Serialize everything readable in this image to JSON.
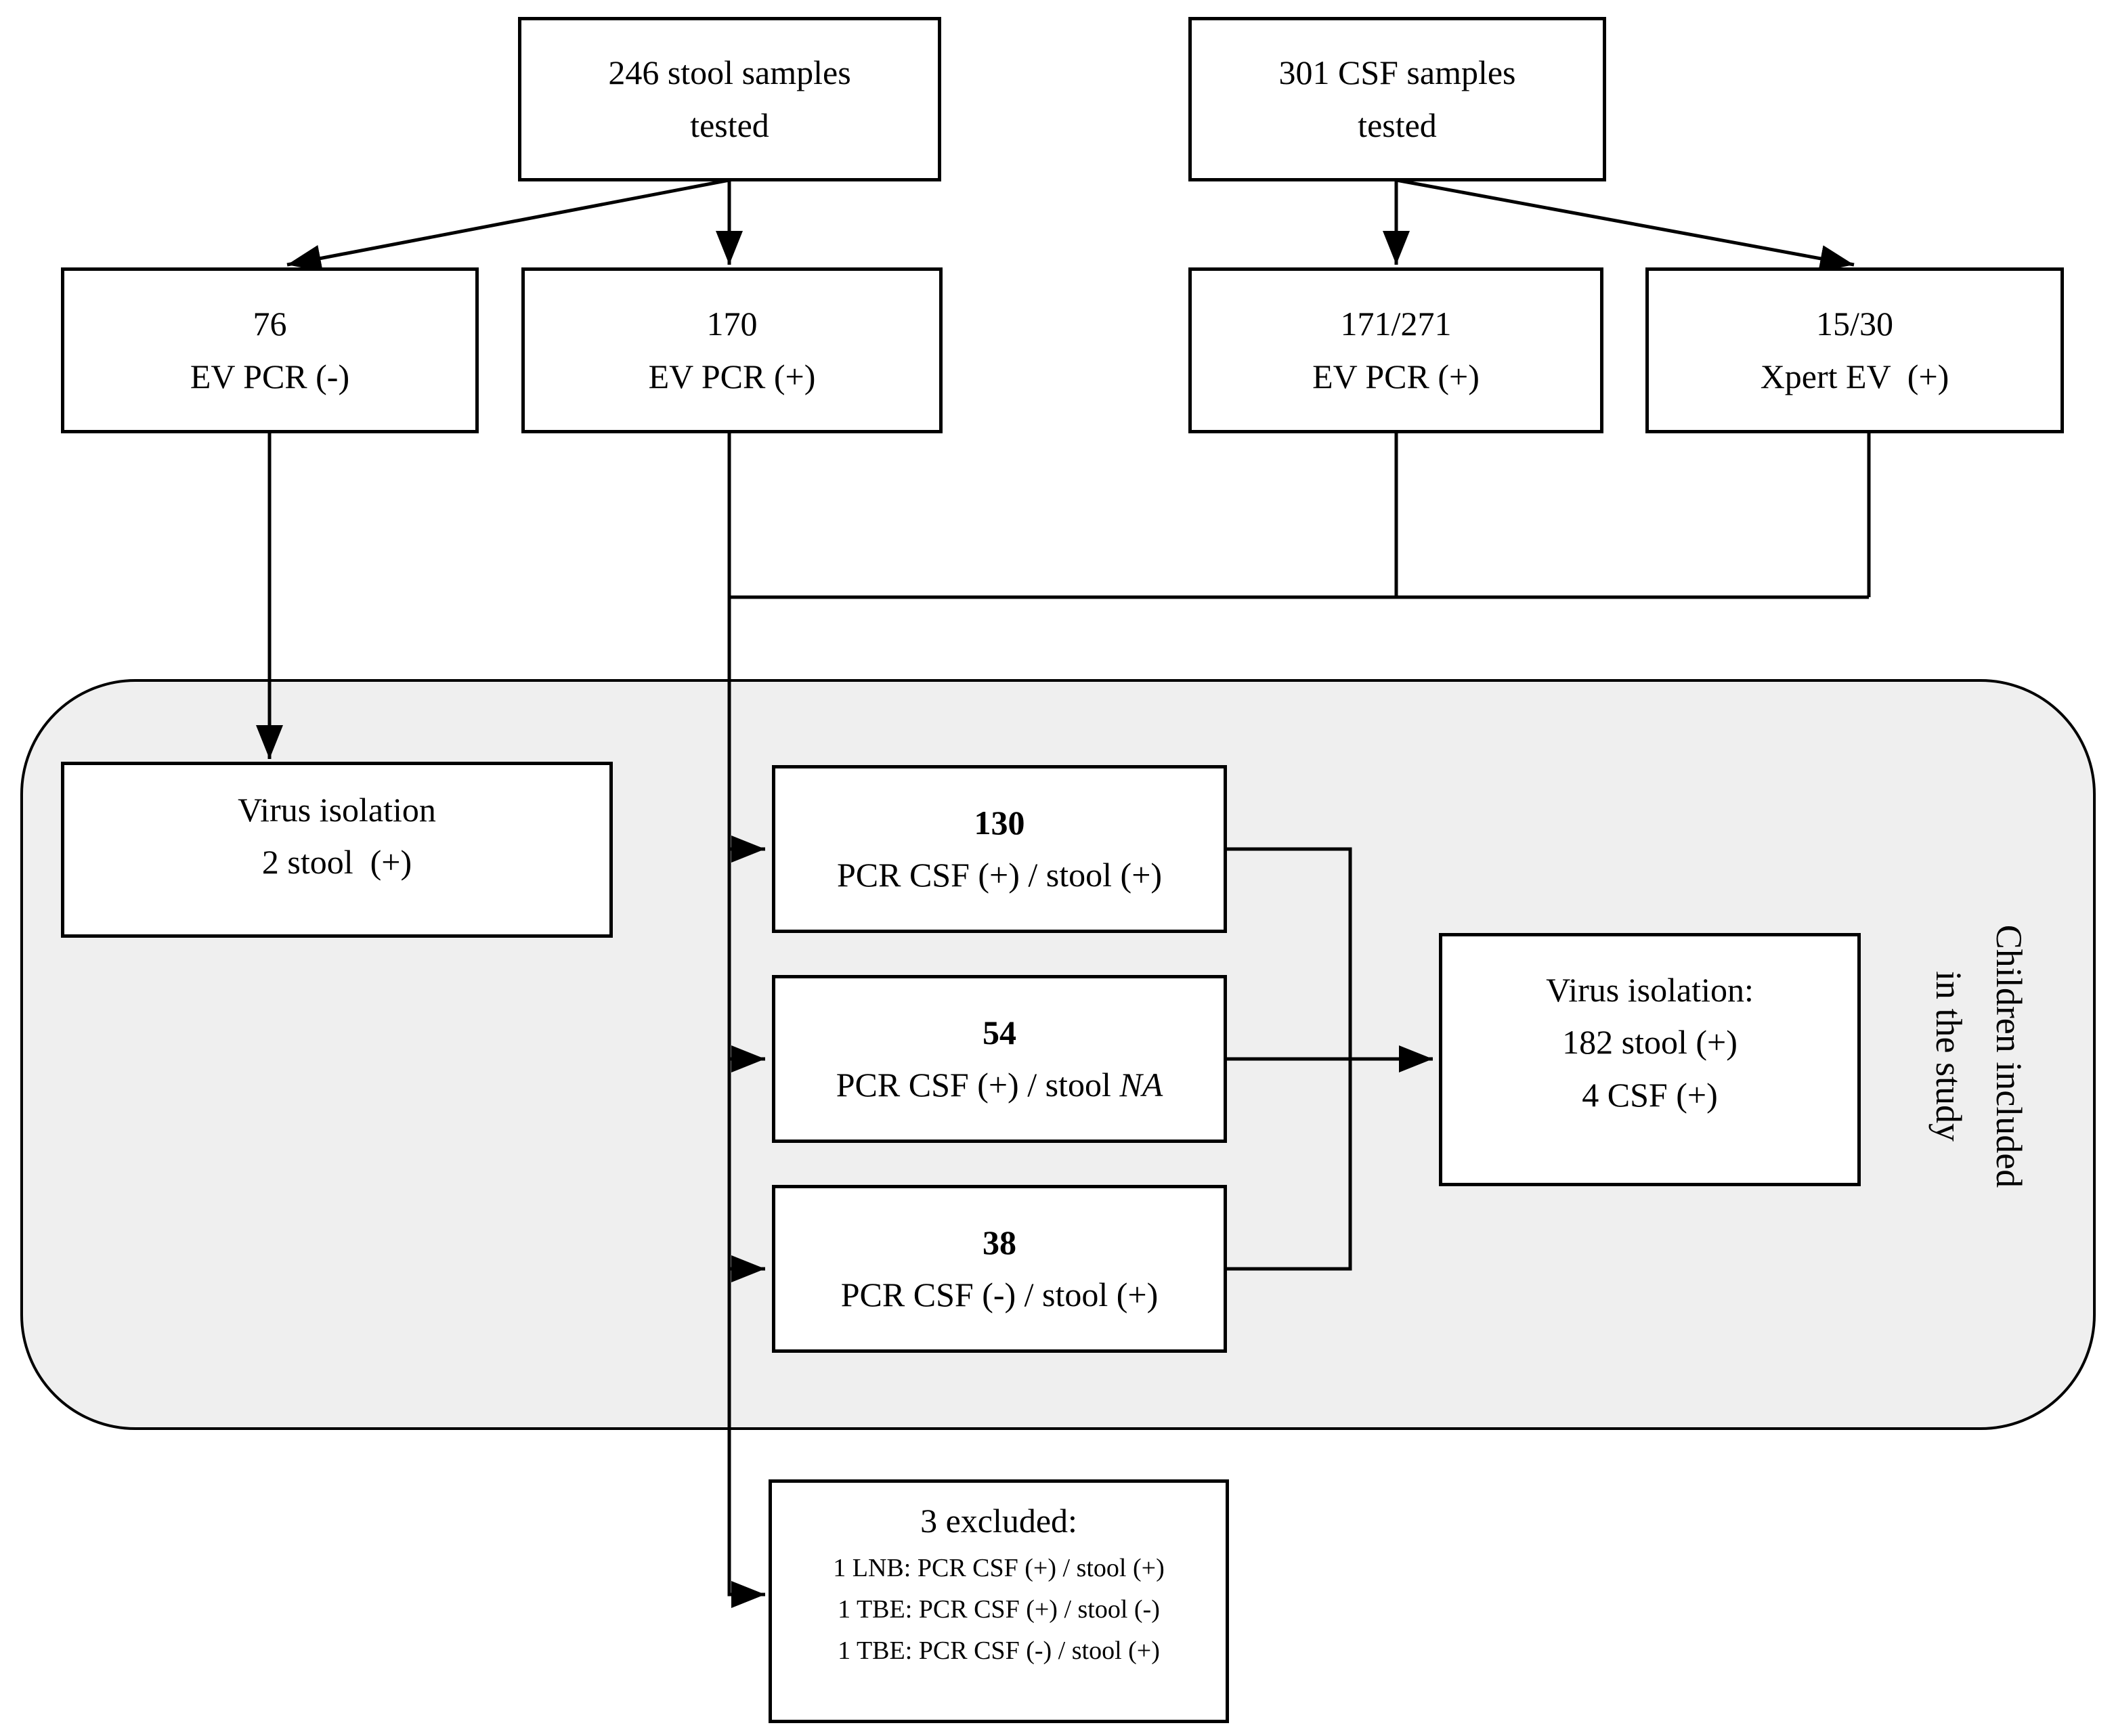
{
  "colors": {
    "line": "#000000",
    "box_fill": "#ffffff",
    "container_fill": "#efefef"
  },
  "boxes": {
    "stool_tested": {
      "line1": "246 stool samples",
      "line2": "tested"
    },
    "csf_tested": {
      "line1": "301 CSF samples",
      "line2": "tested"
    },
    "stool_neg": {
      "line1": "76",
      "line2": "EV PCR (-)"
    },
    "stool_pos": {
      "line1": "170",
      "line2": "EV PCR (+)"
    },
    "csf_pos": {
      "line1": "171/271",
      "line2": "EV PCR (+)"
    },
    "xpert_pos": {
      "line1": "15/30",
      "line2": "Xpert EV  (+)"
    },
    "virus_isolation_neg": {
      "line1": "Virus isolation",
      "line2": "2 stool  (+)"
    },
    "csf_pos_stool_pos": {
      "count": "130",
      "label_prefix": "PCR CSF (+) / stool (+)",
      "label_italic": ""
    },
    "csf_pos_stool_na": {
      "count": "54",
      "label_prefix": "PCR CSF (+) / stool ",
      "label_italic": "NA"
    },
    "csf_neg_stool_pos": {
      "count": "38",
      "label_prefix": "PCR CSF (-) / stool (+)",
      "label_italic": ""
    },
    "virus_isolation_included": {
      "line1": "Virus isolation:",
      "line2": "182 stool (+)",
      "line3": "4 CSF (+)"
    },
    "excluded": {
      "title": "3 excluded:",
      "items": [
        "1 LNB: PCR CSF (+) / stool (+)",
        "1 TBE: PCR CSF (+) / stool (-)",
        "1 TBE: PCR CSF (-) / stool (+)"
      ]
    }
  },
  "container_label": {
    "line1": "Children included",
    "line2": "in the study"
  }
}
